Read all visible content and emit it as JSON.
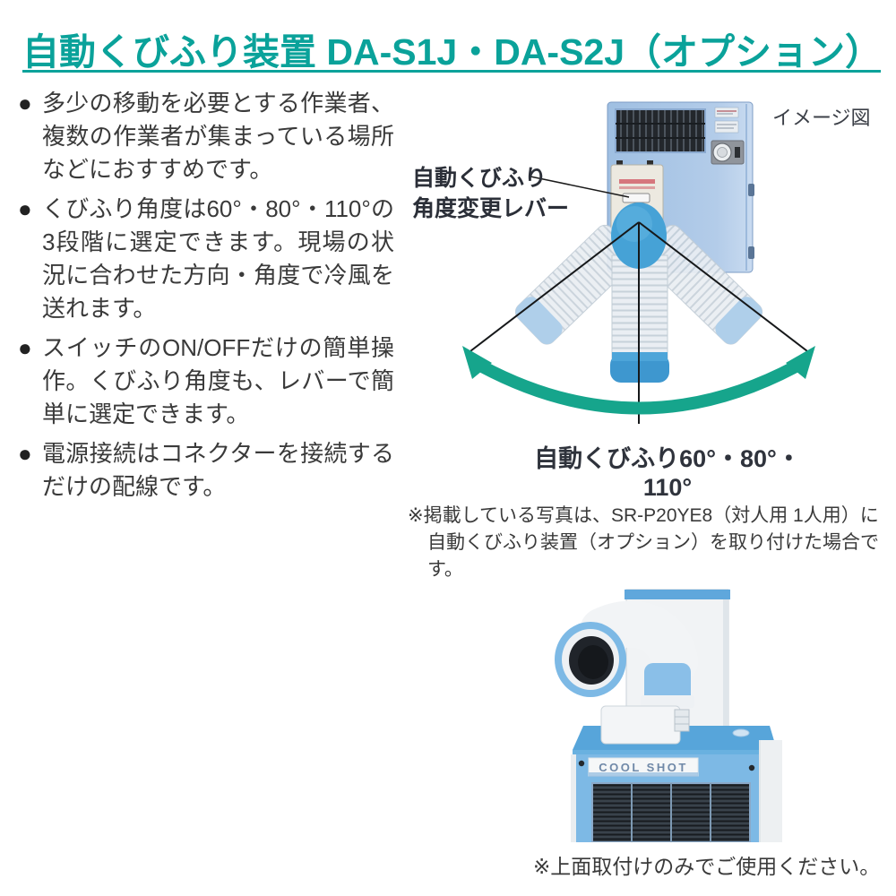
{
  "header": {
    "title": "自動くびふり装置 DA-S1J・DA-S2J（オプション）"
  },
  "features": {
    "items": [
      {
        "marker": "●",
        "text": "多少の移動を必要とする作業者、複数の作業者が集まっている場所などにおすすめです。"
      },
      {
        "marker": "●",
        "text": "くびふり角度は60°・80°・110°の3段階に選定できます。現場の状況に合わせた方向・角度で冷風を送れます。"
      },
      {
        "marker": "●",
        "text": "スイッチのON/OFFだけの簡単操作。くびふり角度も、レバーで簡単に選定できます。"
      },
      {
        "marker": "●",
        "text": "電源接続はコネクターを接続するだけの配線です。"
      }
    ]
  },
  "diagram": {
    "image_label": "イメージ図",
    "callout": {
      "line1": "自動くびふり",
      "line2": "角度変更レバー"
    },
    "caption": "自動くびふり60°・80°・110°",
    "swing_angles": [
      "60°",
      "80°",
      "110°"
    ]
  },
  "note": {
    "line1": "※掲載している写真は、SR-P20YE8（対人用 1人用）に",
    "line2": "自動くびふり装置（オプション）を取り付けた場合です。"
  },
  "photo": {
    "label": "COOL SHOT",
    "note": "※上面取付けのみでご使用ください。"
  },
  "colors": {
    "accent_teal": "#0AA29A",
    "arrow_teal": "#16A58C",
    "body_text": "#3A3A3A",
    "device_panel_blue": "#A7C4E6",
    "pivot_blue": "#46A2D6",
    "cooler_blue": "#7DB9E5"
  }
}
